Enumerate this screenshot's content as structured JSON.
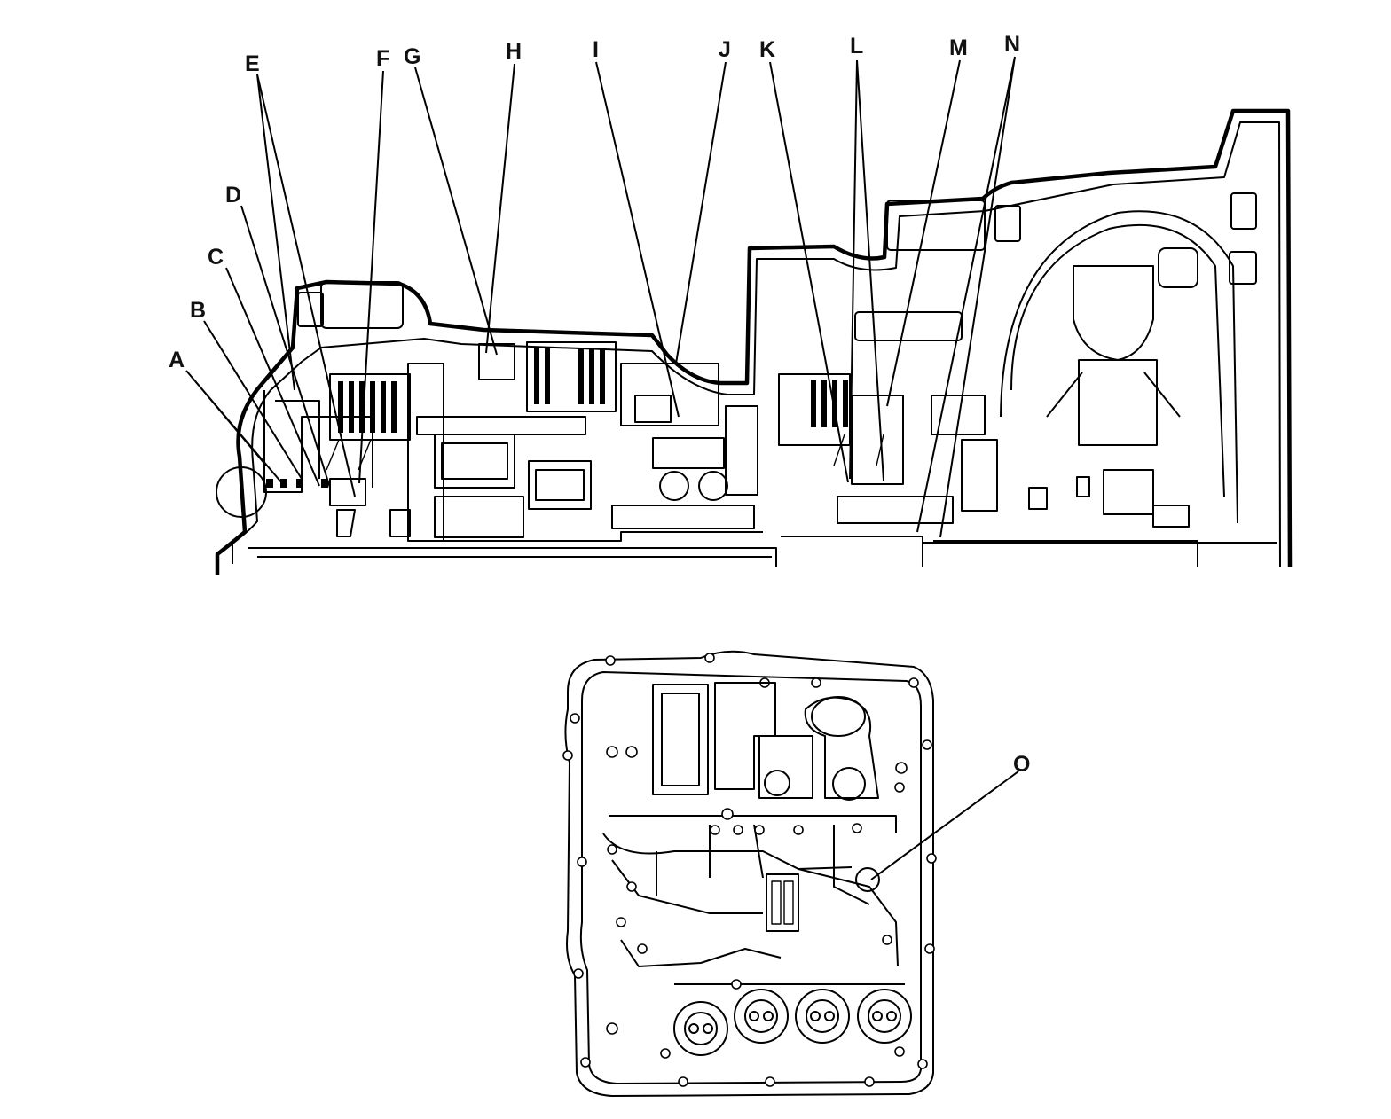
{
  "figure": {
    "upper_view": "transmission-cross-section",
    "lower_view": "valve-body-plate"
  },
  "callouts": {
    "A": "A",
    "B": "B",
    "C": "C",
    "D": "D",
    "E": "E",
    "F": "F",
    "G": "G",
    "H": "H",
    "I": "I",
    "J": "J",
    "K": "K",
    "L": "L",
    "M": "M",
    "N": "N",
    "O": "O"
  }
}
